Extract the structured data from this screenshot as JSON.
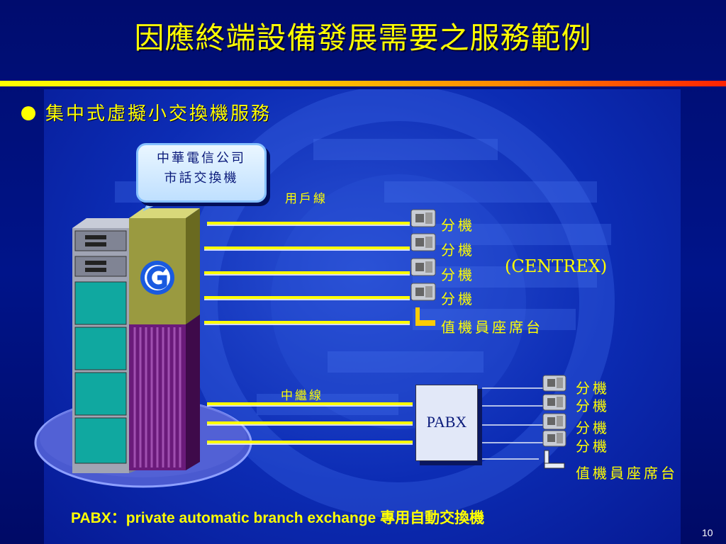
{
  "title": "因應終端設備發展需要之服務範例",
  "bullet": "集中式虛擬小交換機服務",
  "bubble": {
    "line1": "中華電信公司",
    "line2": "市話交換機"
  },
  "labels": {
    "subscriber_line": "用戶線",
    "trunk_line": "中繼線",
    "centrex": "(CENTREX)",
    "pabx": "PABX"
  },
  "centrex_extensions": [
    "分機",
    "分機",
    "分機",
    "分機"
  ],
  "centrex_attendant": "值機員座席台",
  "pabx_extensions": [
    "分機",
    "分機",
    "分機",
    "分機"
  ],
  "pabx_attendant": "值機員座席台",
  "footnote": "PABX：private automatic branch exchange 專用自動交換機",
  "page_number": "10",
  "colors": {
    "text": "#ffff00",
    "background": "#00107a",
    "line": "#ffff00"
  }
}
